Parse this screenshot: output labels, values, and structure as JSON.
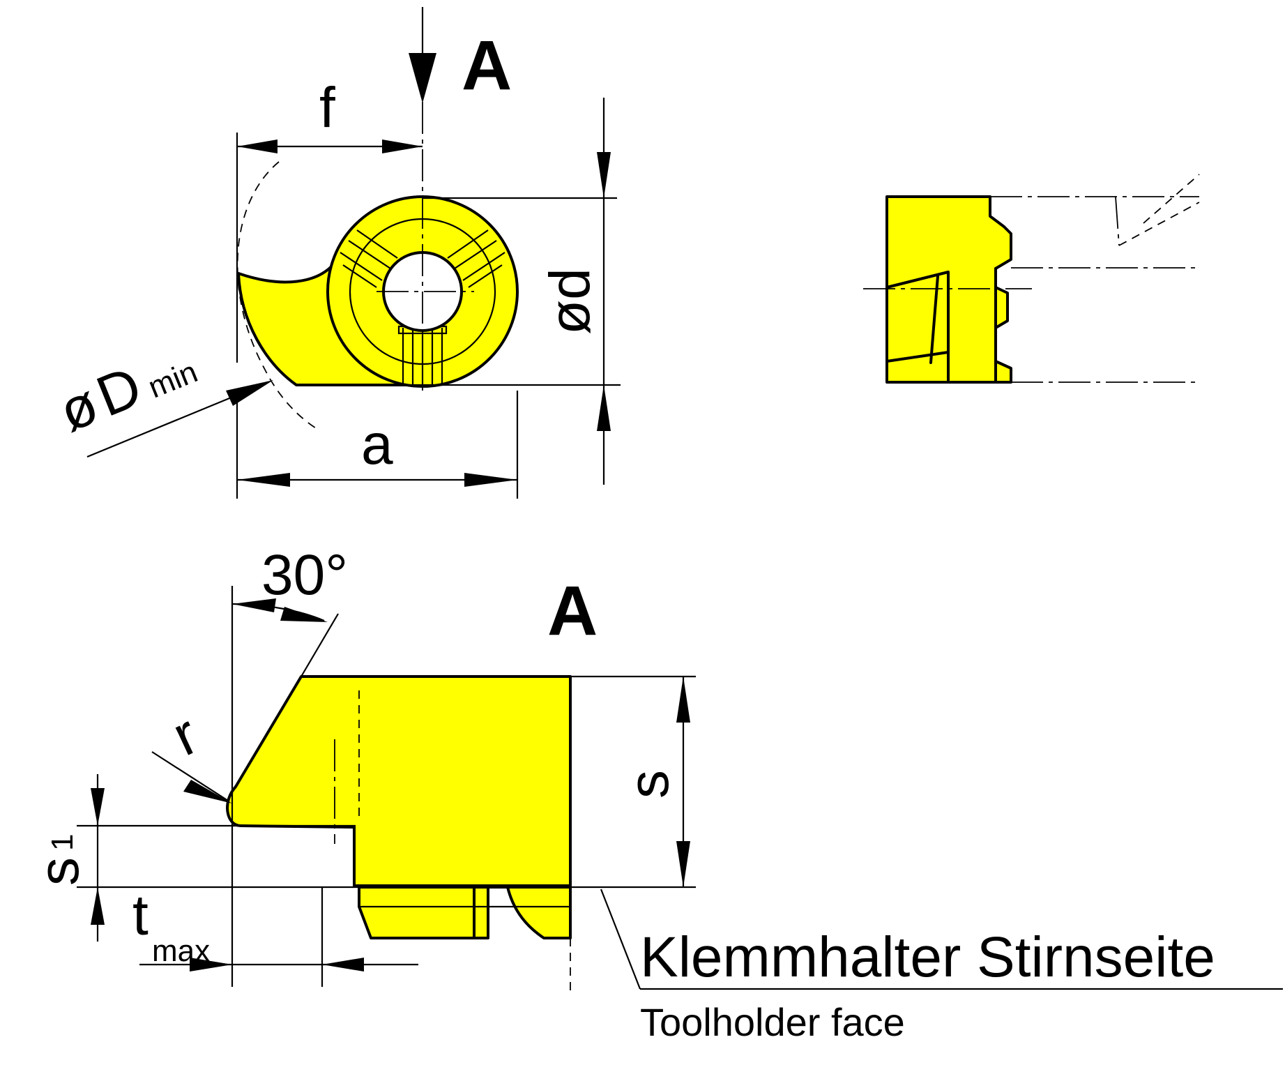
{
  "view_markers": {
    "top_view_marker": "A",
    "side_view_marker": "A"
  },
  "dimensions": {
    "f": "f",
    "a": "a",
    "d": "ød",
    "D_symbol": "ø",
    "D_letter": "D",
    "D_subscript": "min",
    "angle": "30°",
    "r": "r",
    "s": "s",
    "s1_letter": "s",
    "s1_subscript": "1",
    "tmax_letter": "t",
    "tmax_subscript": "max"
  },
  "note": {
    "primary": "Klemmhalter Stirnseite",
    "secondary": "Toolholder face"
  },
  "colors": {
    "insert_fill": "#ffff00",
    "line": "#000000",
    "background": "#ffffff"
  }
}
